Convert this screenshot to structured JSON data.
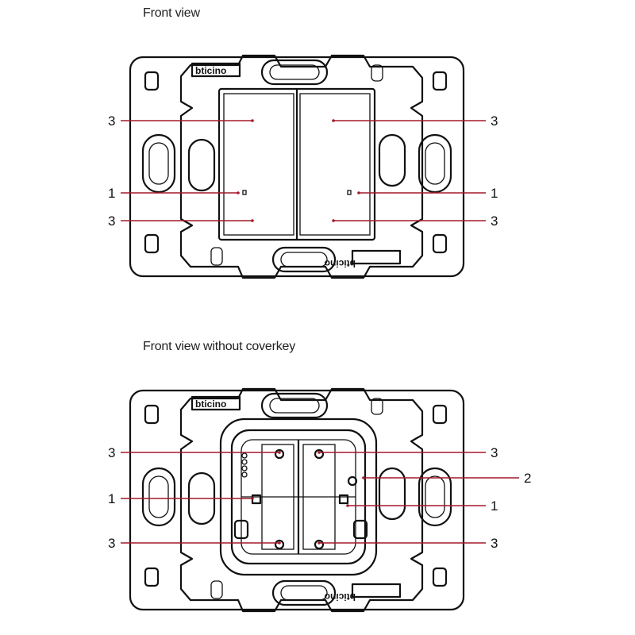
{
  "views": [
    {
      "title": "Front view",
      "callouts": [
        {
          "label": "3"
        },
        {
          "label": "3"
        },
        {
          "label": "1"
        },
        {
          "label": "1"
        },
        {
          "label": "3"
        },
        {
          "label": "3"
        }
      ],
      "logo_top": "bticino",
      "logo_bottom": "bticino"
    },
    {
      "title": "Front view without coverkey",
      "callouts": [
        {
          "label": "3"
        },
        {
          "label": "3"
        },
        {
          "label": "2"
        },
        {
          "label": "1"
        },
        {
          "label": "1"
        },
        {
          "label": "3"
        },
        {
          "label": "3"
        }
      ],
      "logo_top": "bticino",
      "logo_bottom": "bticino"
    }
  ],
  "colors": {
    "callout": "#a3192b",
    "line": "#111111"
  }
}
